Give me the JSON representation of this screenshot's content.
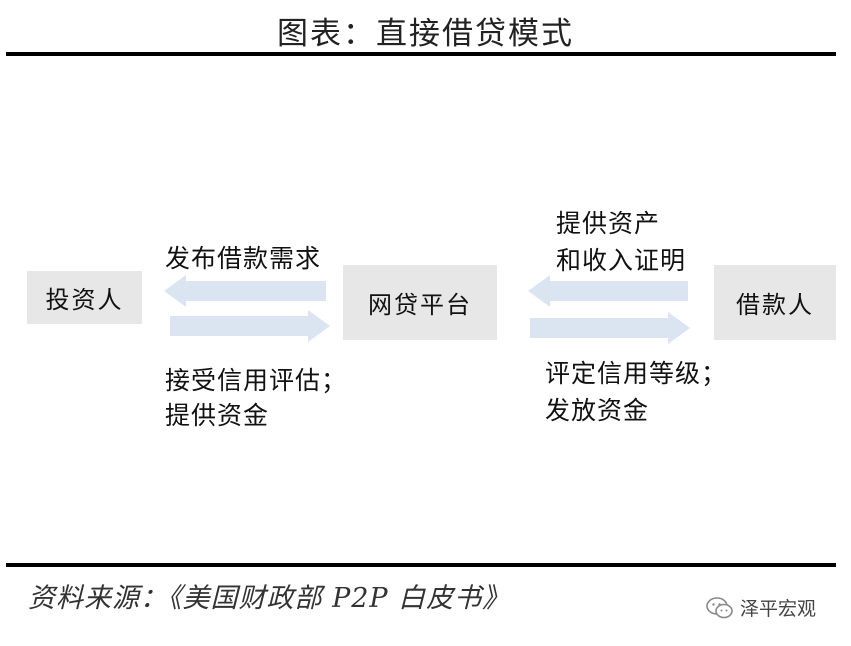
{
  "title": "图表：直接借贷模式",
  "nodes": {
    "investor": "投资人",
    "platform": "网贷平台",
    "borrower": "借款人"
  },
  "labels": {
    "left_top": "发布借款需求",
    "left_bottom_1": "接受信用评估；",
    "left_bottom_2": "提供资金",
    "right_top_1": "提供资产",
    "right_top_2": "和收入证明",
    "right_bottom_1": "评定信用等级；",
    "right_bottom_2": "发放资金"
  },
  "source": "资料来源：《美国财政部 P2P 白皮书》",
  "watermark": "泽平宏观",
  "colors": {
    "arrow_fill": "#dbe5f1",
    "box_fill": "#e7e7e7"
  }
}
